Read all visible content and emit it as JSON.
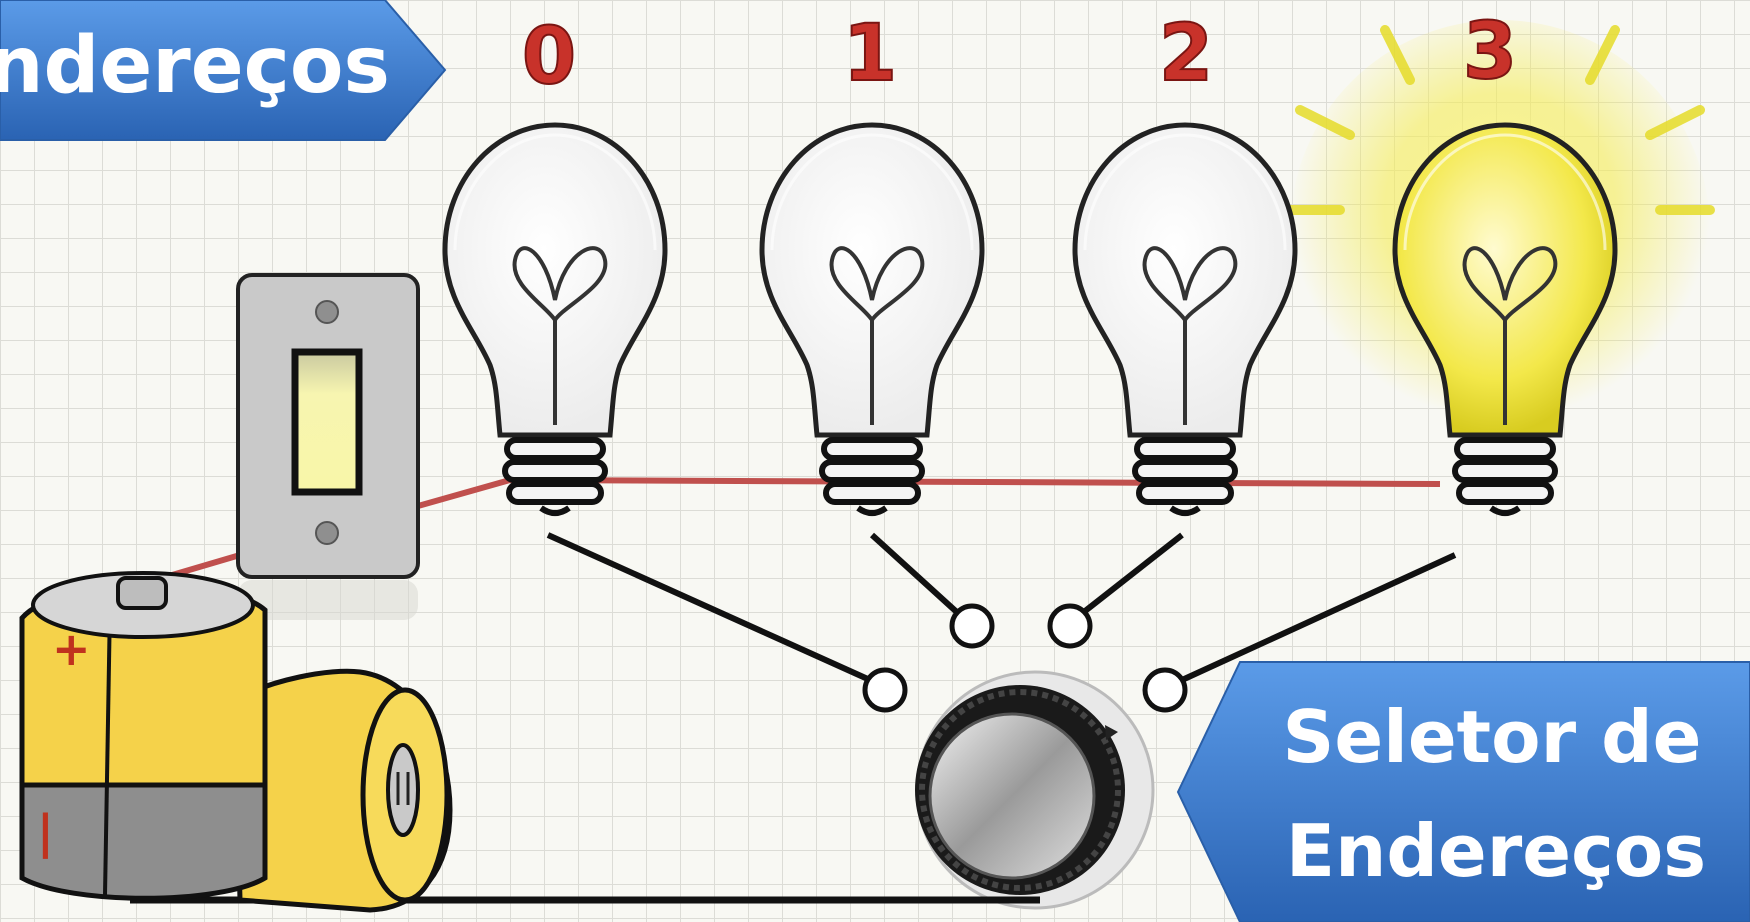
{
  "top_banner": {
    "label": "ndereços"
  },
  "addresses": [
    {
      "label": "0",
      "lit": false
    },
    {
      "label": "1",
      "lit": false
    },
    {
      "label": "2",
      "lit": false
    },
    {
      "label": "3",
      "lit": true
    }
  ],
  "selector_banner": {
    "line1": "Seletor de",
    "line2": "Endereços"
  },
  "colors": {
    "banner": "#3f7fd0",
    "number": "#c8322a",
    "lit_bulb": "#f3e84a",
    "power_wire": "#c0504d",
    "battery": "#f5d24a"
  },
  "icons": [
    "battery-icon",
    "light-switch-icon",
    "light-bulb-icon",
    "rotary-knob-icon"
  ]
}
